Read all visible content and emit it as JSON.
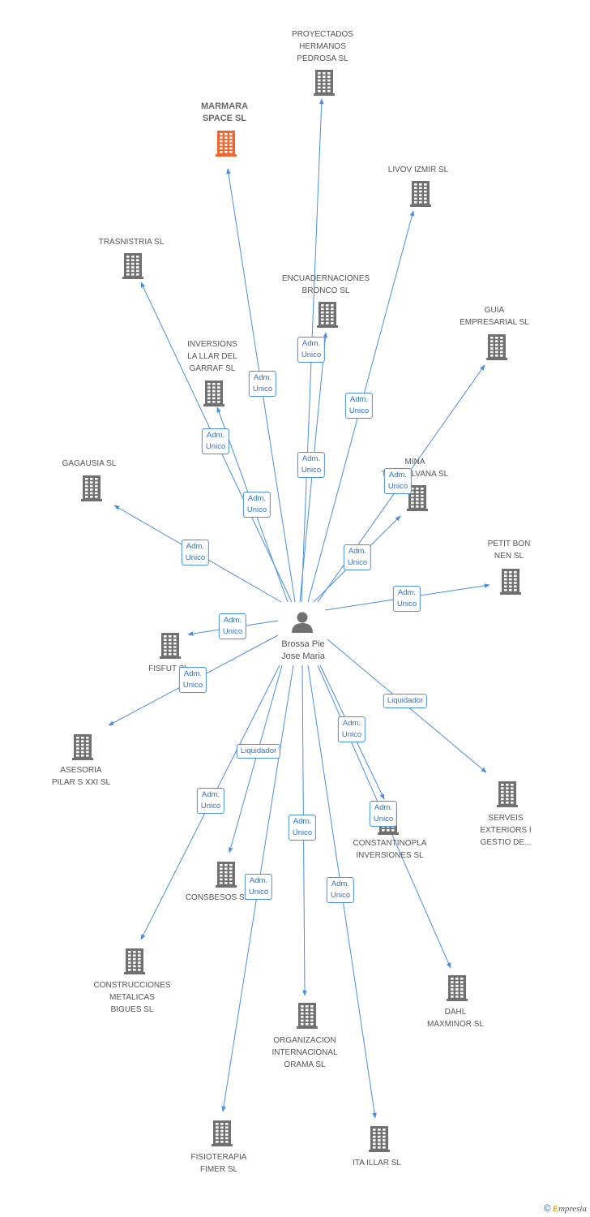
{
  "colors": {
    "edge": "#4a8fdc",
    "node": "#707070",
    "focus": "#f26531"
  },
  "person": {
    "label": "Brossa Pie\nJose Maria",
    "icon": "person-icon"
  },
  "companies": [
    {
      "id": "proyectados",
      "label": "PROYECTADOS\nHERMANOS\nPEDROSA SL",
      "focus": false
    },
    {
      "id": "marmara",
      "label": "MARMARA\nSPACE SL",
      "focus": true
    },
    {
      "id": "livov",
      "label": "LIVOV IZMIR SL",
      "focus": false
    },
    {
      "id": "trasnistria",
      "label": "TRASNISTRIA SL",
      "focus": false
    },
    {
      "id": "encuadernaciones",
      "label": "ENCUADERNACIONES\nBRONCO SL",
      "focus": false
    },
    {
      "id": "guia",
      "label": "GUIA\nEMPRESARIAL SL",
      "focus": false
    },
    {
      "id": "inversions",
      "label": "INVERSIONS\nLA LLAR DEL\nGARRAF SL",
      "focus": false
    },
    {
      "id": "gagausia",
      "label": "GAGAUSIA SL",
      "focus": false
    },
    {
      "id": "mina",
      "label": "MINA\nTRANSILVANA SL",
      "focus": false
    },
    {
      "id": "petitbon",
      "label": "PETIT BON\nNEN SL",
      "focus": false
    },
    {
      "id": "fisfut",
      "label": "FISFUT SL",
      "focus": false
    },
    {
      "id": "asesoria",
      "label": "ASESORIA\nPILAR S XXI SL",
      "focus": false
    },
    {
      "id": "serveis",
      "label": "SERVEIS\nEXTERIORS I\nGESTIO DE...",
      "focus": false
    },
    {
      "id": "constantinopla",
      "label": "CONSTANTINOPLA\nINVERSIONES SL",
      "focus": false
    },
    {
      "id": "consbesos",
      "label": "CONSBESOS SL",
      "focus": false
    },
    {
      "id": "construcciones",
      "label": "CONSTRUCCIONES\nMETALICAS\nBIGUES SL",
      "focus": false
    },
    {
      "id": "dahl",
      "label": "DAHL\nMAXMINOR SL",
      "focus": false
    },
    {
      "id": "organizacion",
      "label": "ORGANIZACION\nINTERNACIONAL\nORAMA SL",
      "focus": false
    },
    {
      "id": "fisioterapia",
      "label": "FISIOTERAPIA\nFIMER SL",
      "focus": false
    },
    {
      "id": "itaillar",
      "label": "ITA ILLAR SL",
      "focus": false
    }
  ],
  "edges": [
    {
      "to": "proyectados",
      "label": "Adm.\nUnico"
    },
    {
      "to": "marmara",
      "label": "Adm.\nUnico"
    },
    {
      "to": "livov",
      "label": "Adm.\nUnico"
    },
    {
      "to": "trasnistria",
      "label": "Adm.\nUnico"
    },
    {
      "to": "encuadernaciones",
      "label": "Adm.\nUnico"
    },
    {
      "to": "guia",
      "label": "Adm.\nUnico"
    },
    {
      "to": "inversions",
      "label": "Adm.\nUnico"
    },
    {
      "to": "gagausia",
      "label": "Adm.\nUnico"
    },
    {
      "to": "mina",
      "label": "Adm.\nUnico"
    },
    {
      "to": "petitbon",
      "label": "Adm.\nUnico"
    },
    {
      "to": "fisfut",
      "label": "Adm.\nUnico"
    },
    {
      "to": "asesoria",
      "label": "Adm.\nUnico"
    },
    {
      "to": "serveis",
      "label": "Liquidador"
    },
    {
      "to": "constantinopla",
      "label": "Adm.\nUnico"
    },
    {
      "to": "consbesos",
      "label": "Liquidador"
    },
    {
      "to": "construcciones",
      "label": "Adm.\nUnico"
    },
    {
      "to": "dahl",
      "label": "Adm.\nUnico"
    },
    {
      "to": "organizacion",
      "label": "Adm.\nUnico"
    },
    {
      "to": "fisioterapia",
      "label": "Adm.\nUnico"
    },
    {
      "to": "itaillar",
      "label": "Adm.\nUnico"
    }
  ],
  "footer": {
    "copyright": "©",
    "brand_initial": "E",
    "brand_rest": "mpresia"
  }
}
